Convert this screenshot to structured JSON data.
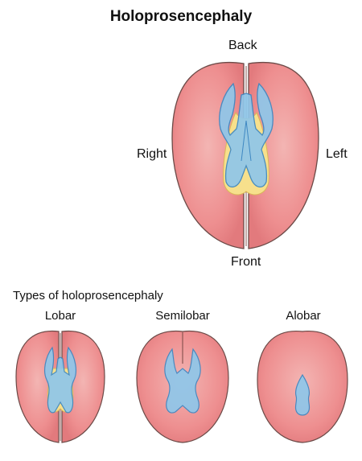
{
  "title": "Holoprosencephaly",
  "main_view": {
    "label_top": "Back",
    "label_bottom": "Front",
    "label_side_left": "Right",
    "label_side_right": "Left"
  },
  "types_section": {
    "heading": "Types of holoprosencephaly",
    "types": [
      {
        "label": "Lobar"
      },
      {
        "label": "Semilobar"
      },
      {
        "label": "Alobar"
      }
    ]
  },
  "colors": {
    "brain_fill": "#ee8f90",
    "brain_outline": "#6b4a47",
    "ventricle_fill": "#8fc7ea",
    "ventricle_outline": "#3d87c2",
    "thalamus_fill": "#f7e08c"
  }
}
